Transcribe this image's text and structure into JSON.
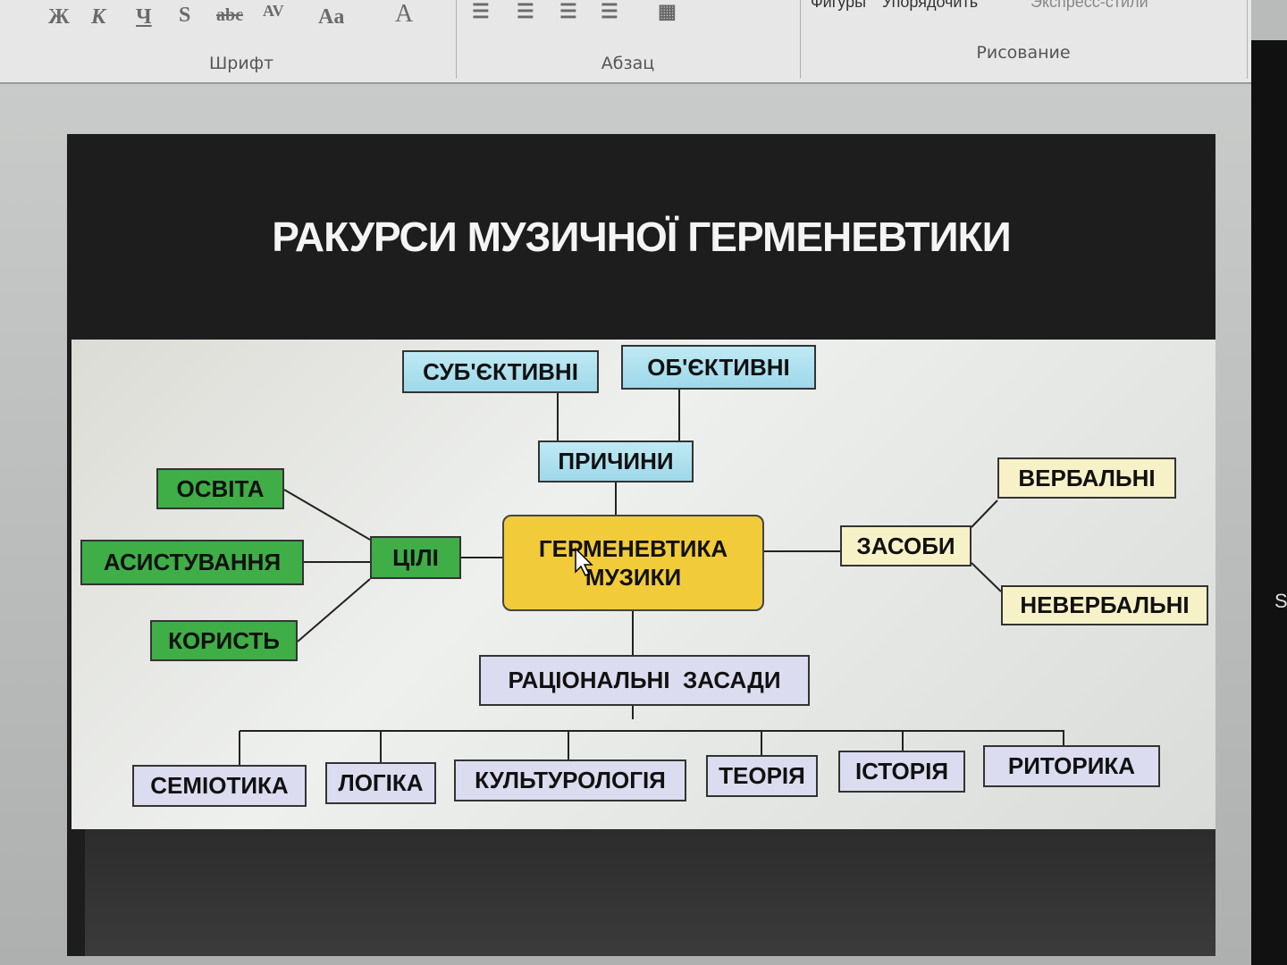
{
  "ribbon": {
    "font_buttons": [
      "Ж",
      "К",
      "Ч",
      "S",
      "abc",
      "AV",
      "Aa",
      "A"
    ],
    "groups": {
      "font": "Шрифт",
      "paragraph": "Абзац",
      "drawing": "Рисование"
    },
    "drawing_buttons": [
      "Фигуры",
      "Упорядочить",
      "Экспресс-стили"
    ]
  },
  "side_panel": {
    "letter": "S"
  },
  "slide": {
    "title": "РАКУРСИ МУЗИЧНОЇ ГЕРМЕНЕВТИКИ",
    "center": "ГЕРМЕНЕВТИКА МУЗИКИ",
    "causes": {
      "label": "ПРИЧИНИ",
      "items": [
        "СУБ'ЄКТИВНІ",
        "ОБ'ЄКТИВНІ"
      ]
    },
    "goals": {
      "label": "ЦІЛІ",
      "items": [
        "ОСВІТА",
        "АСИСТУВАННЯ",
        "КОРИСТЬ"
      ]
    },
    "means": {
      "label": "ЗАСОБИ",
      "items": [
        "ВЕРБАЛЬНІ",
        "НЕВЕРБАЛЬНІ"
      ]
    },
    "rational": {
      "label": "РАЦІОНАЛЬНІ  ЗАСАДИ",
      "items": [
        "СЕМІОТИКА",
        "ЛОГІКА",
        "КУЛЬТУРОЛОГІЯ",
        "ТЕОРІЯ",
        "ІСТОРІЯ",
        "РИТОРИКА"
      ]
    }
  },
  "colors": {
    "goals": "#3fae47",
    "center": "#f2cb3a",
    "causes": "#bfe9f4",
    "means": "#f7f1c8",
    "rational": "#dcdcf0"
  }
}
